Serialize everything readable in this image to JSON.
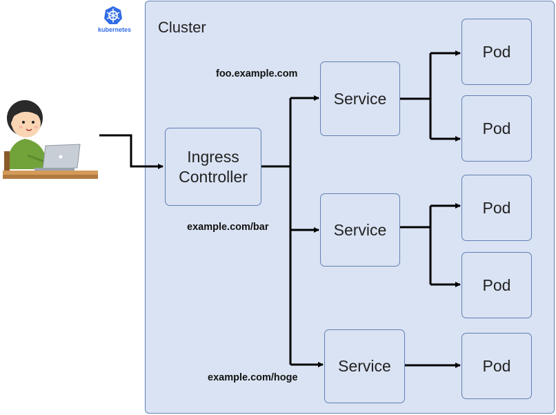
{
  "logo": {
    "text": "kubernetes",
    "icon": "kubernetes-helm-wheel-icon",
    "color": "#326ce5"
  },
  "cluster": {
    "title": "Cluster"
  },
  "ingress": {
    "line1": "Ingress",
    "line2": "Controller"
  },
  "routes": [
    {
      "host": "foo.example.com",
      "service": "Service",
      "pods": [
        "Pod",
        "Pod"
      ]
    },
    {
      "host": "example.com/bar",
      "service": "Service",
      "pods": [
        "Pod",
        "Pod"
      ]
    },
    {
      "host": "example.com/hoge",
      "service": "Service",
      "pods": [
        "Pod"
      ]
    }
  ],
  "user": {
    "icon": "person-with-laptop-icon"
  },
  "colors": {
    "box_fill": "#dae3f3",
    "box_border": "#5f7fb5",
    "arrow": "#000000"
  }
}
